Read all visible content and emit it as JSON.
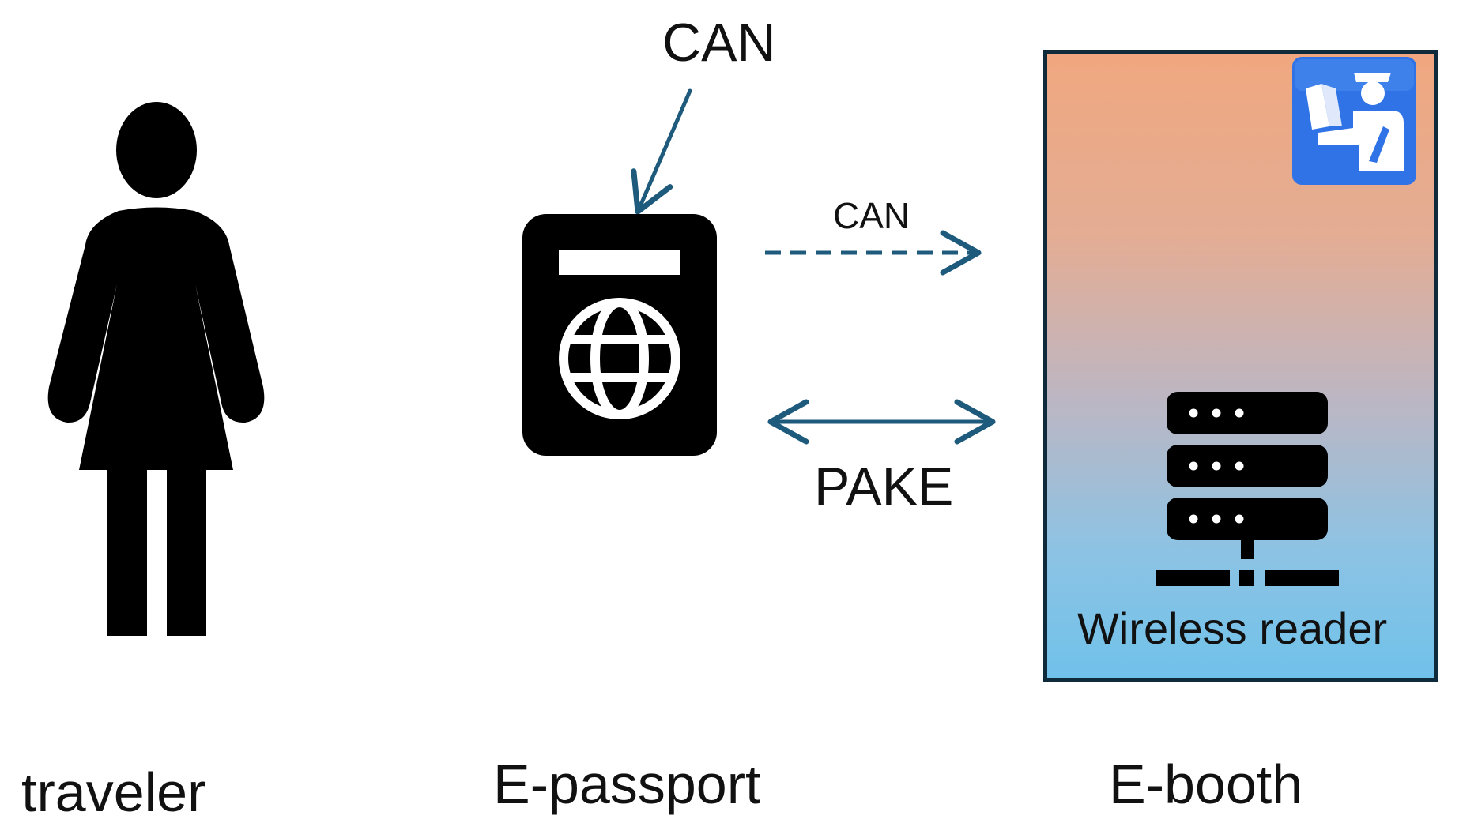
{
  "labels": {
    "can_top": "CAN",
    "can_arrow": "CAN",
    "pake": "PAKE",
    "wireless_reader": "Wireless reader",
    "traveler": "traveler",
    "epassport": "E-passport",
    "ebooth": "E-booth"
  },
  "icons": {
    "traveler": "woman-silhouette-icon",
    "passport": "passport-globe-icon",
    "officer": "passport-control-officer-icon",
    "reader": "server-stack-icon"
  },
  "colors": {
    "arrow": "#1d5a7c",
    "officer_badge": "#2f73e6",
    "booth_border": "#0f2a3a"
  }
}
